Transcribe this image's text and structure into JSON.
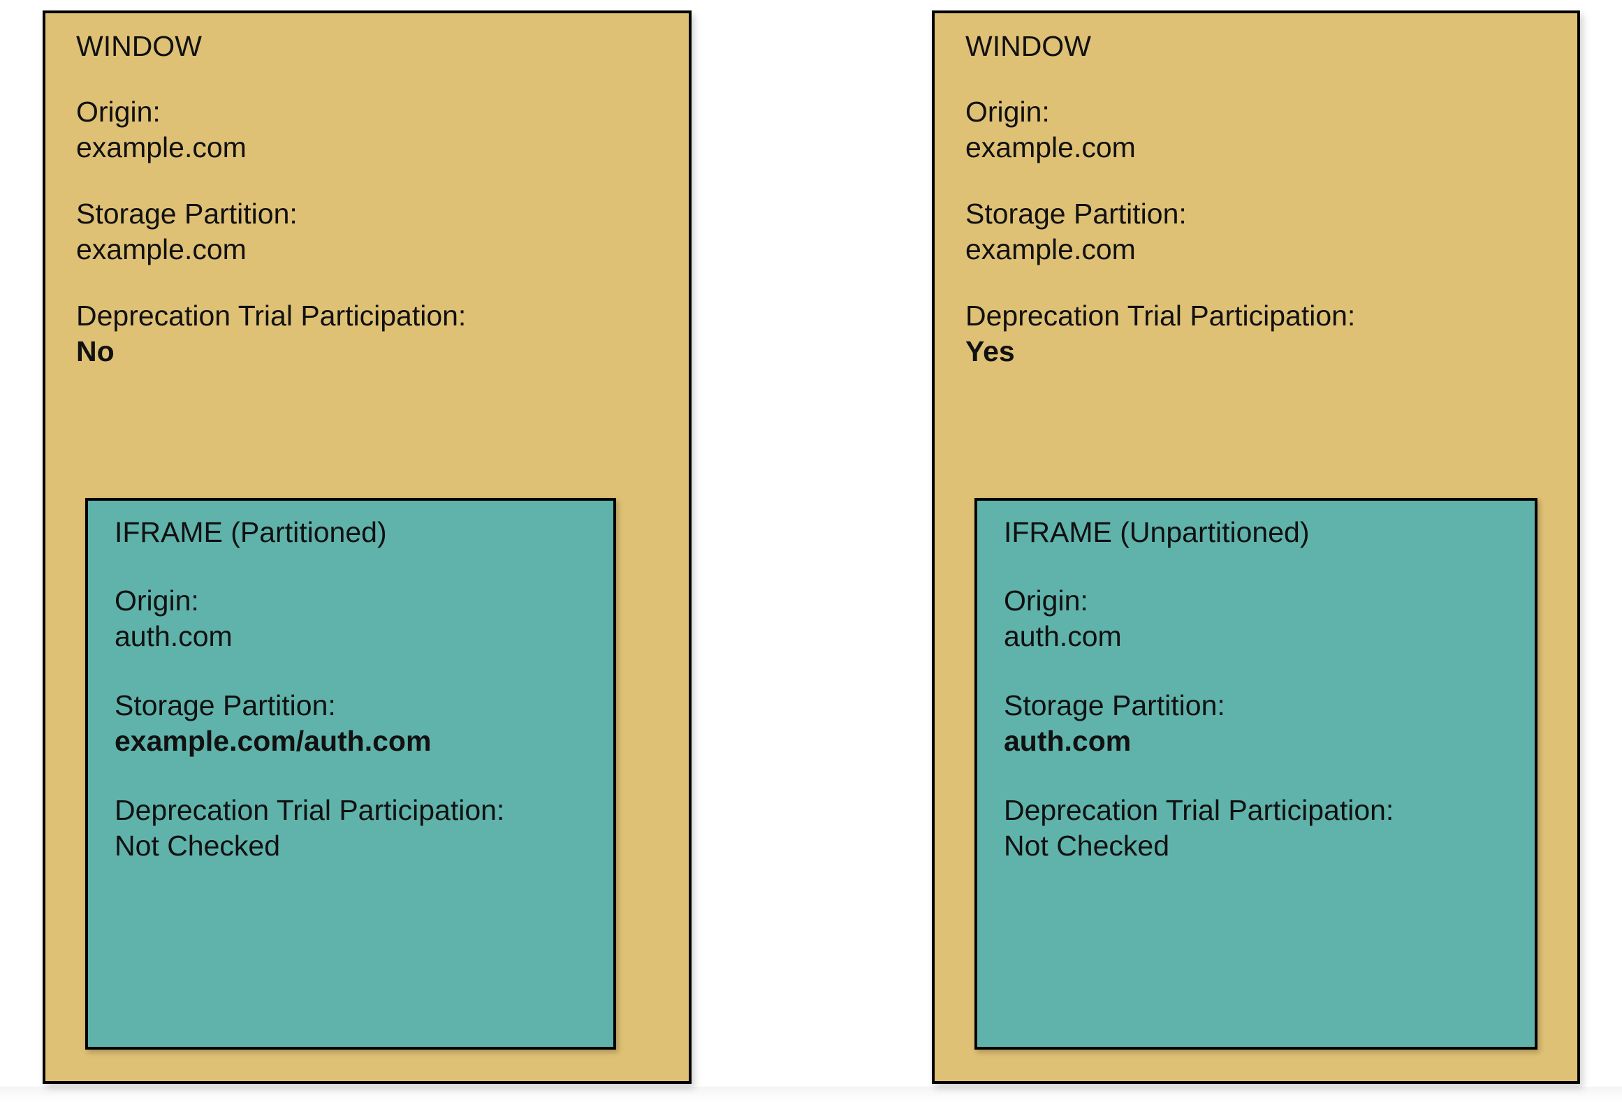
{
  "colors": {
    "window_fill": "#dfc175",
    "iframe_fill": "#5fb3ab",
    "border": "#000000",
    "text": "#111111",
    "page_background": "#ffffff"
  },
  "panels": [
    {
      "heading": "WINDOW",
      "fields": [
        {
          "label": "Origin:",
          "value": "example.com",
          "bold": false
        },
        {
          "label": "Storage Partition:",
          "value": "example.com",
          "bold": false
        },
        {
          "label": "Deprecation Trial Participation:",
          "value": "No",
          "bold": true
        }
      ],
      "iframe": {
        "heading": "IFRAME (Partitioned)",
        "fields": [
          {
            "label": "Origin:",
            "value": "auth.com",
            "bold": false
          },
          {
            "label": "Storage Partition:",
            "value": "example.com/auth.com",
            "bold": true
          },
          {
            "label": "Deprecation Trial Participation:",
            "value": "Not Checked",
            "bold": false
          }
        ]
      }
    },
    {
      "heading": "WINDOW",
      "fields": [
        {
          "label": "Origin:",
          "value": "example.com",
          "bold": false
        },
        {
          "label": "Storage Partition:",
          "value": "example.com",
          "bold": false
        },
        {
          "label": "Deprecation Trial Participation:",
          "value": "Yes",
          "bold": true
        }
      ],
      "iframe": {
        "heading": "IFRAME (Unpartitioned)",
        "fields": [
          {
            "label": "Origin:",
            "value": "auth.com",
            "bold": false
          },
          {
            "label": "Storage Partition:",
            "value": "auth.com",
            "bold": true
          },
          {
            "label": "Deprecation Trial Participation:",
            "value": "Not Checked",
            "bold": false
          }
        ]
      }
    }
  ]
}
